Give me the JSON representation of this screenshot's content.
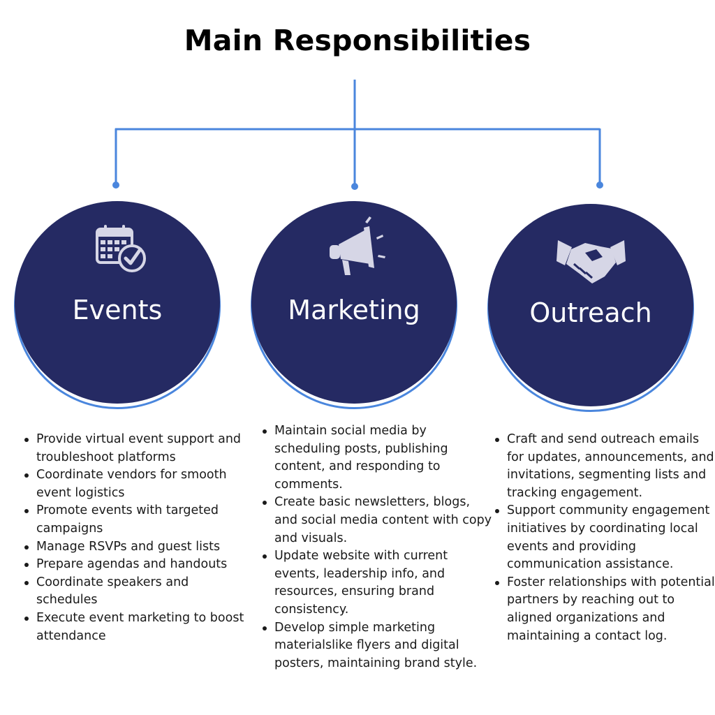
{
  "title": "Main Responsibilities",
  "colors": {
    "circle_fill": "#252a63",
    "accent": "#4a86dd",
    "text": "#1a1a1a"
  },
  "columns": [
    {
      "label": "Events",
      "icon": "calendar-check-icon",
      "items": [
        "Provide virtual event support and troubleshoot platforms",
        " Coordinate vendors for smooth event logistics",
        " Promote events with targeted campaigns",
        " Manage RSVPs and guest lists",
        " Prepare agendas and handouts",
        " Coordinate speakers and schedules",
        " Execute event marketing to boost attendance"
      ]
    },
    {
      "label": "Marketing",
      "icon": "megaphone-icon",
      "items": [
        "Maintain social media by scheduling posts, publishing content, and responding to comments.",
        " Create basic newsletters, blogs, and social media content with copy and visuals.",
        " Update website with current events, leadership info, and resources, ensuring brand consistency.",
        "Develop simple marketing materialslike flyers and digital posters, maintaining brand style."
      ]
    },
    {
      "label": "Outreach",
      "icon": "handshake-icon",
      "items": [
        " Craft and send outreach emails for updates, announcements, and invitations, segmenting lists and tracking engagement.",
        " Support community engagement initiatives by coordinating local events and providing communication assistance.",
        " Foster relationships with potential partners by reaching out to aligned organizations and maintaining a contact log."
      ]
    }
  ]
}
